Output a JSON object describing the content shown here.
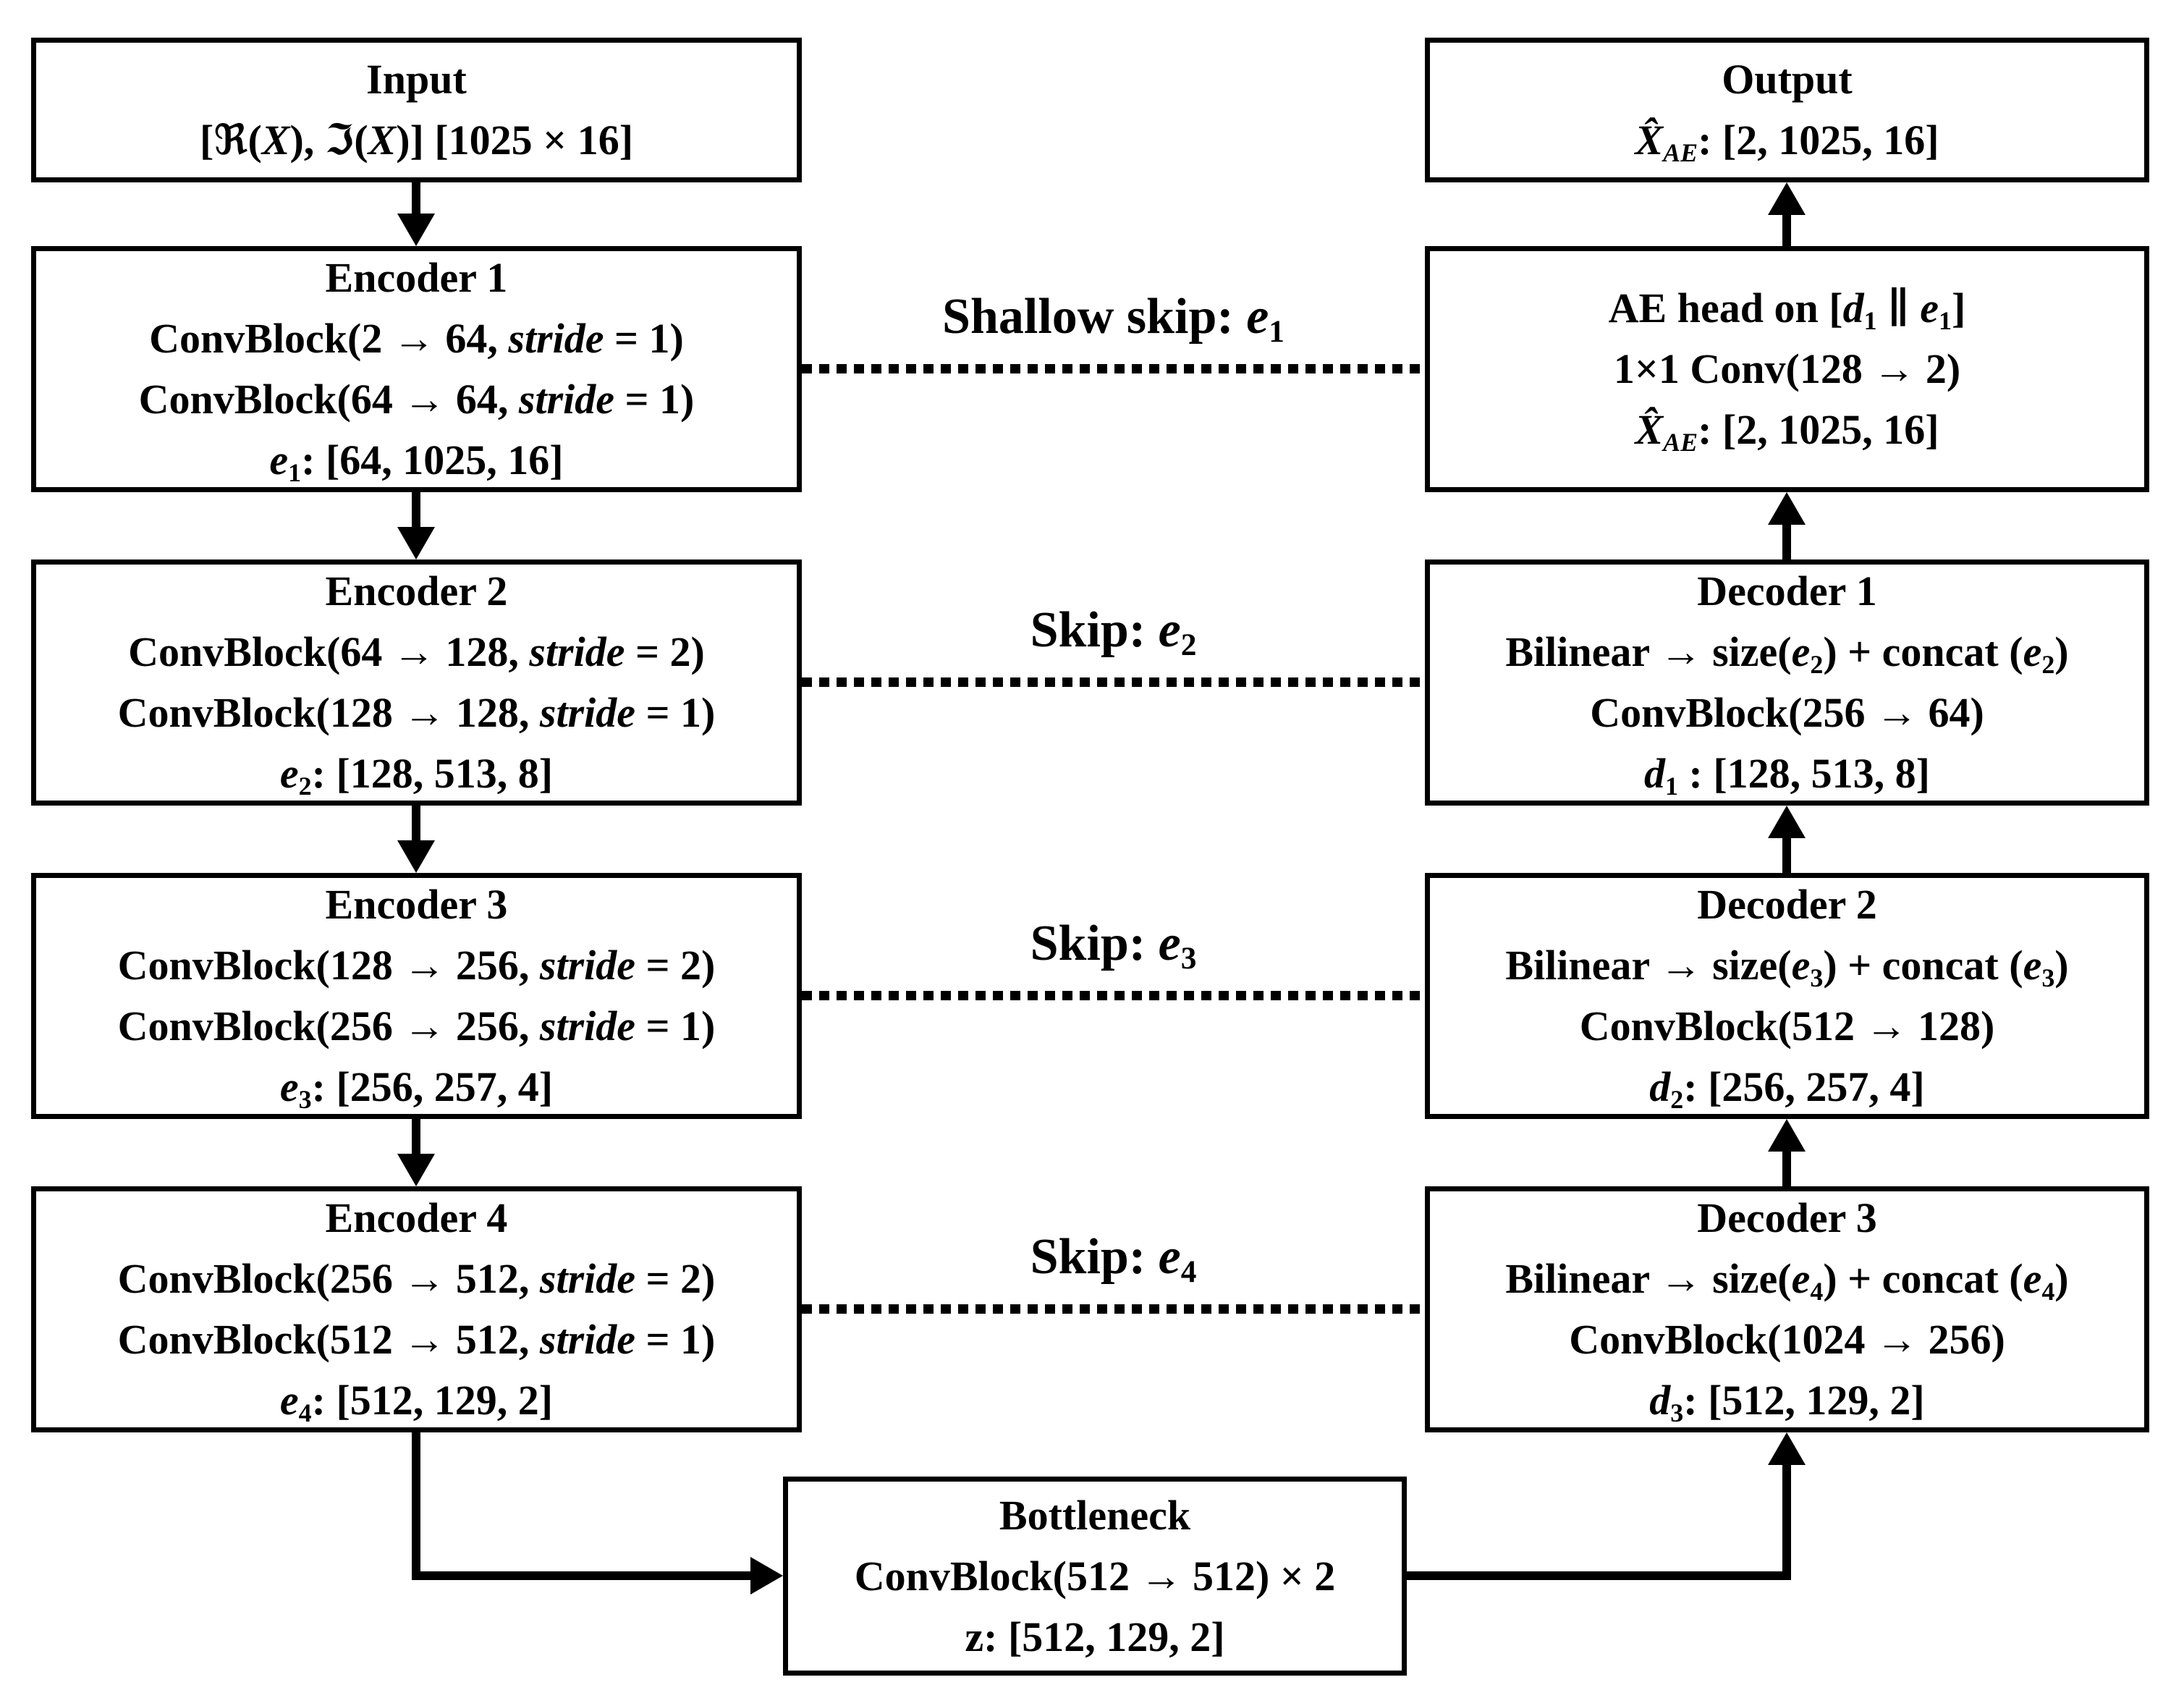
{
  "colors": {
    "ink": "#000000",
    "background": "#ffffff"
  },
  "boxes": {
    "input": {
      "title": "Input",
      "lines": [
        "[ℜ(*X*), ℑ(*X*)] [1025 × 16]"
      ]
    },
    "encoder1": {
      "title": "Encoder 1",
      "lines": [
        "ConvBlock(2 → 64, *stride* = 1)",
        "ConvBlock(64 → 64, *stride* = 1)",
        "*e*~1~: [64, 1025, 16]"
      ]
    },
    "encoder2": {
      "title": "Encoder 2",
      "lines": [
        "ConvBlock(64 → 128, *stride* = 2)",
        "ConvBlock(128 → 128, *stride* = 1)",
        "*e*~2~: [128, 513, 8]"
      ]
    },
    "encoder3": {
      "title": "Encoder 3",
      "lines": [
        "ConvBlock(128 → 256, *stride* = 2)",
        "ConvBlock(256 → 256, *stride* = 1)",
        "*e*~3~: [256, 257, 4]"
      ]
    },
    "encoder4": {
      "title": "Encoder 4",
      "lines": [
        "ConvBlock(256 → 512, *stride* = 2)",
        "ConvBlock(512 → 512, *stride* = 1)",
        "*e*~4~: [512, 129, 2]"
      ]
    },
    "bottleneck": {
      "title": "Bottleneck",
      "lines": [
        "ConvBlock(512 → 512) × 2",
        "z: [512, 129, 2]"
      ]
    },
    "output": {
      "title": "Output",
      "lines": [
        "*X̂*~*AE*~: [2, 1025, 16]"
      ]
    },
    "ae_head": {
      "title": "AE head on [*d*~1~ ∥ *e*~1~]",
      "lines": [
        "1×1 Conv(128 → 2)",
        "*X̂*~*AE*~: [2, 1025, 16]"
      ]
    },
    "decoder1": {
      "title": "Decoder 1",
      "lines": [
        "Bilinear → size(*e*~2~) + concat (*e*~2~)",
        "ConvBlock(256 → 64)",
        "*d*~1~ : [128, 513, 8]"
      ]
    },
    "decoder2": {
      "title": "Decoder 2",
      "lines": [
        "Bilinear → size(*e*~3~) + concat (*e*~3~)",
        "ConvBlock(512 → 128)",
        "*d*~2~: [256, 257, 4]"
      ]
    },
    "decoder3": {
      "title": "Decoder 3",
      "lines": [
        "Bilinear → size(*e*~4~) + concat (*e*~4~)",
        "ConvBlock(1024 → 256)",
        "*d*~3~: [512, 129, 2]"
      ]
    }
  },
  "skips": [
    {
      "label": "Shallow skip: *e*~1~"
    },
    {
      "label": "Skip: *e*~2~"
    },
    {
      "label": "Skip: *e*~3~"
    },
    {
      "label": "Skip: *e*~4~"
    }
  ]
}
